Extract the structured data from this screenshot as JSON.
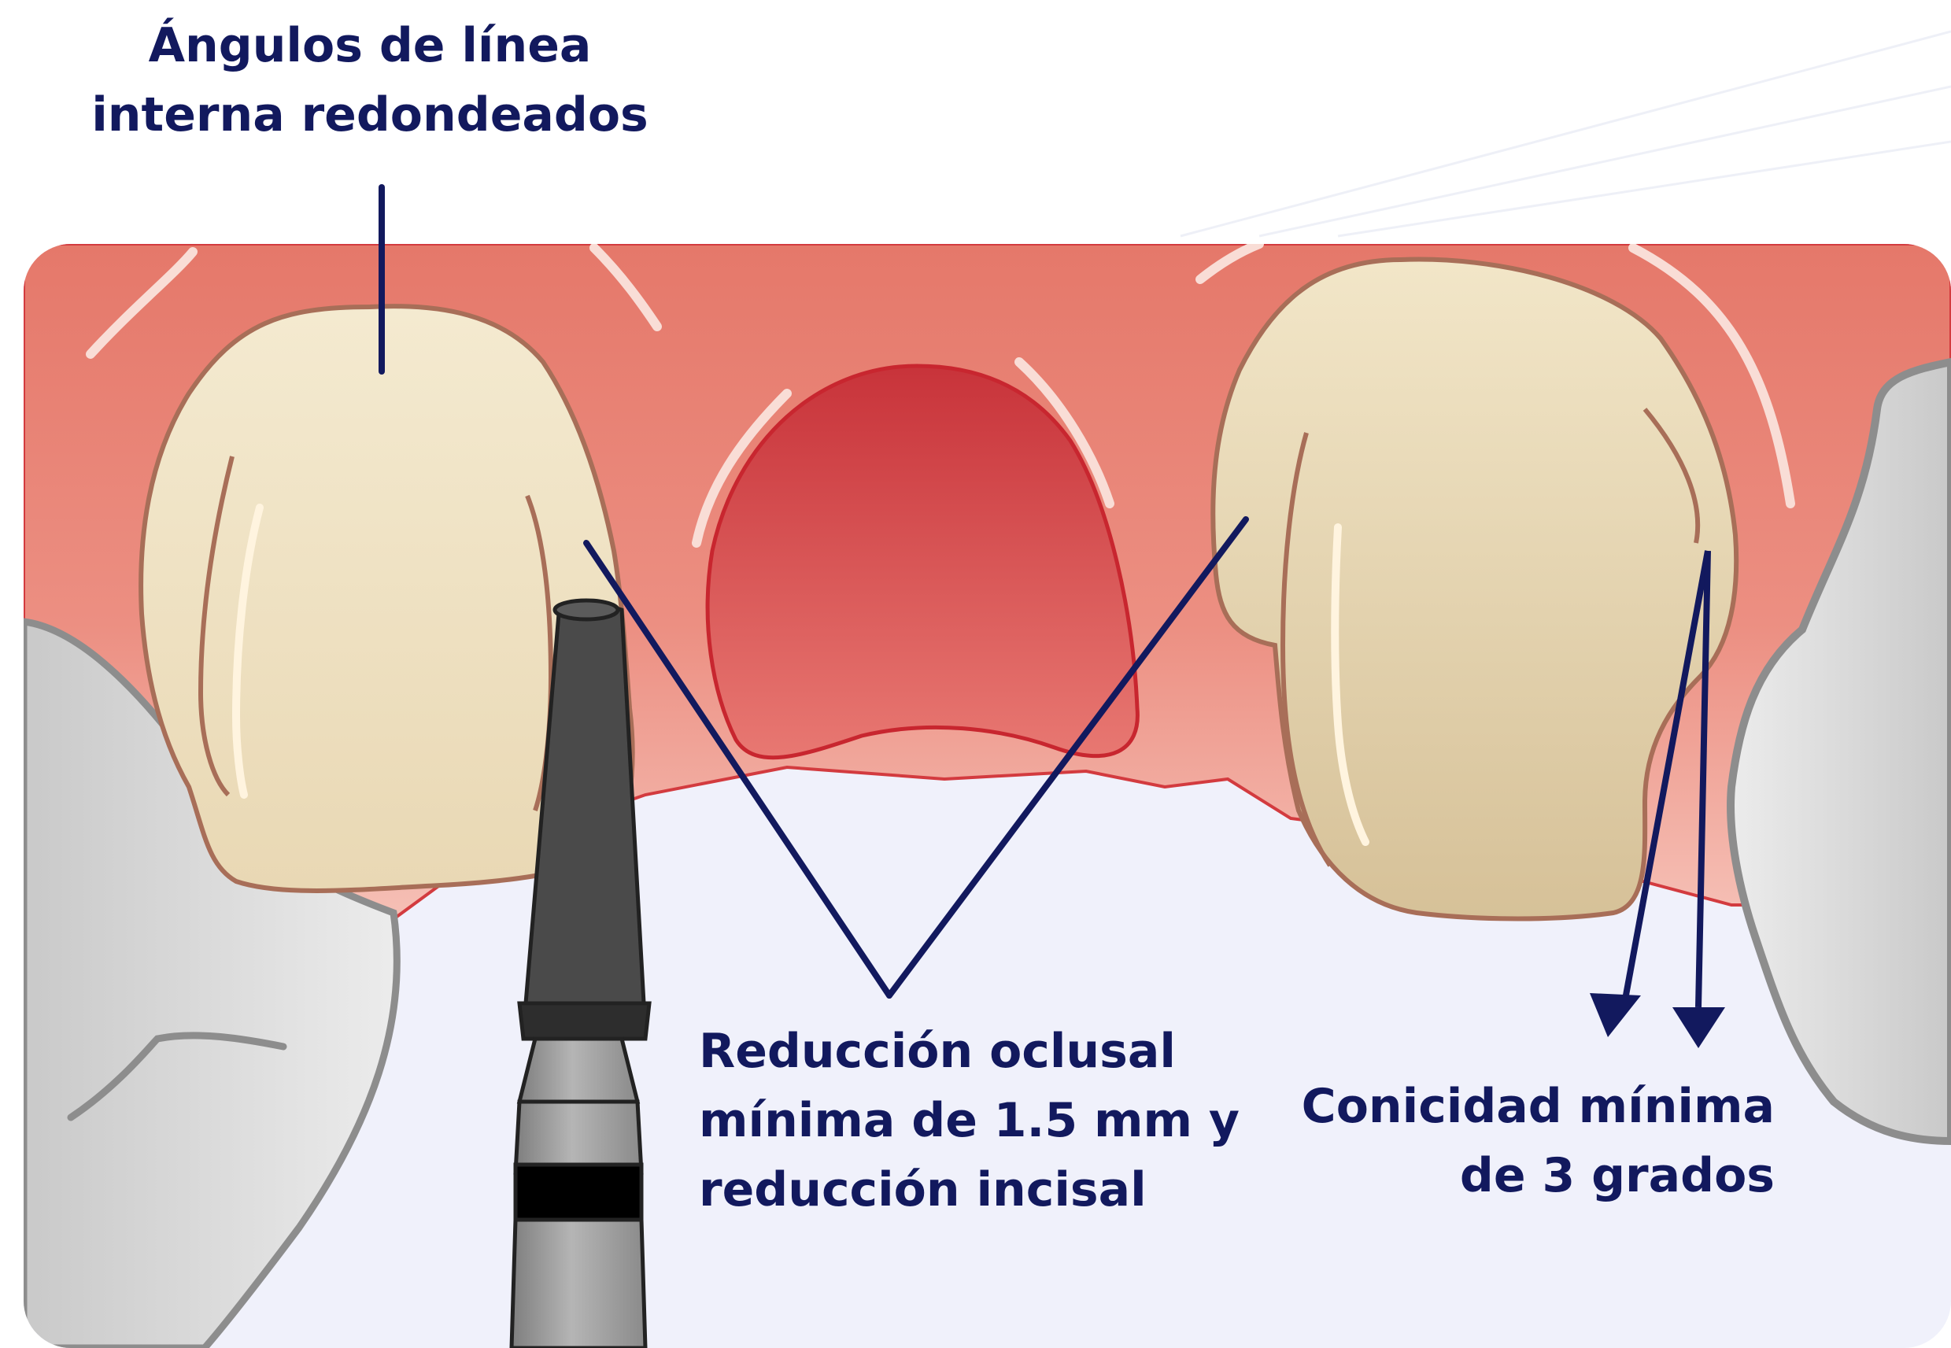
{
  "labels": {
    "rounded_internal_line_angles": {
      "line1": "Ángulos de línea",
      "line2": "interna redondeados"
    },
    "occlusal_incisal_reduction": {
      "line1": "Reducción oclusal",
      "line2": "mínima de 1.5 mm y",
      "line3": "reducción incisal"
    },
    "minimum_taper": {
      "line1": "Conicidad mínima",
      "line2": "de 3 grados"
    }
  },
  "colors": {
    "label_text": "#12195e",
    "leader_line": "#12195e",
    "gum": "#e98a7c",
    "gum_light": "#f2b7ac",
    "extraction_site": "#cf3f45",
    "tooth_enamel": "#f2e5c8",
    "tooth_outline": "#a86e58",
    "bur_shank": "#4a4a4a",
    "handpiece": "#9c9c9c",
    "cheek": "#d8d8d8",
    "oral_background": "#f0f1fb"
  }
}
